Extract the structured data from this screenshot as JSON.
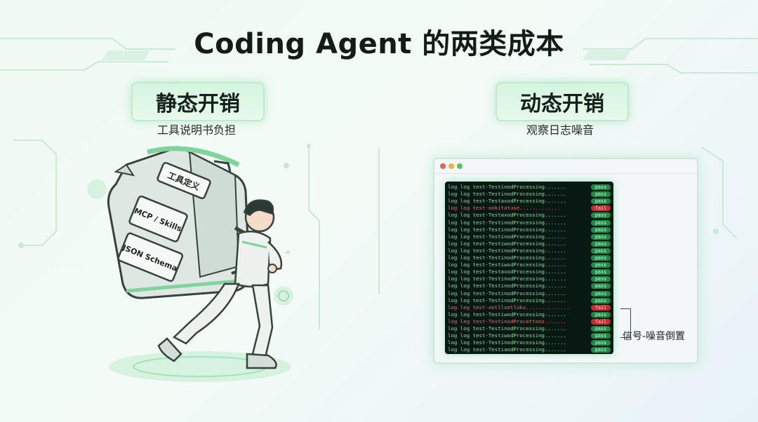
{
  "title": "Coding Agent 的两类成本",
  "left": {
    "heading": "静态开销",
    "subtitle": "工具说明书负担",
    "backpack_labels": [
      "工具定义",
      "MCP / Skills",
      "JSON Schema"
    ]
  },
  "right": {
    "heading": "动态开销",
    "subtitle": "观察日志噪音",
    "callout": "信号-噪音倒置",
    "log_rows": [
      {
        "text": "log log test-TestinodProcessing.......",
        "status": "pass"
      },
      {
        "text": "log log test-TestinodProcessing.......",
        "status": "pass"
      },
      {
        "text": "log log test-TestaxodProcessing.......",
        "status": "pass"
      },
      {
        "text": "log log test-ookitatuse.............",
        "status": "fail"
      },
      {
        "text": "log log test-TestaxodProcessing.......",
        "status": "pass"
      },
      {
        "text": "log log test-TestinodProcessing.......",
        "status": "pass"
      },
      {
        "text": "log log test-TestinodProcessing.......",
        "status": "pass"
      },
      {
        "text": "log log test-TestinodProcessing.......",
        "status": "pass"
      },
      {
        "text": "log log test-TestiwodProcessing.......",
        "status": "pass"
      },
      {
        "text": "log log test-TestinodProcessing.......",
        "status": "pass"
      },
      {
        "text": "log log test-TestinodProcessing.......",
        "status": "pass"
      },
      {
        "text": "log log test-TestiwodProcessing.......",
        "status": "pass"
      },
      {
        "text": "log log test-TestaxodProcessing.......",
        "status": "pass"
      },
      {
        "text": "log log test-TestinodProcessing.......",
        "status": "pass"
      },
      {
        "text": "log log test-TestinodProcessing.......",
        "status": "pass"
      },
      {
        "text": "log log test-TestinodProcessing.......",
        "status": "pass"
      },
      {
        "text": "log log test-TestinodProcessing.......",
        "status": "pass"
      },
      {
        "text": "log leg test-ootlloetluks..............",
        "status": "fail"
      },
      {
        "text": "log log test-TestiwodProcessing.......",
        "status": "pass"
      },
      {
        "text": "log leg test-TestinodProcettons.......",
        "status": "fail"
      },
      {
        "text": "log log test-TestinodProcessing.......",
        "status": "pass"
      },
      {
        "text": "log log test-TestiwodProcessing.......",
        "status": "pass"
      },
      {
        "text": "log log test-TestinodProcessing.......",
        "status": "pass"
      },
      {
        "text": "log log test-TestiaodProcessing.......",
        "status": "pass"
      }
    ]
  },
  "colors": {
    "accent_green": "#3fcf6e",
    "pass_badge": "#1d8a48",
    "fail_badge": "#c72d2d",
    "terminal_bg": "#081812"
  }
}
